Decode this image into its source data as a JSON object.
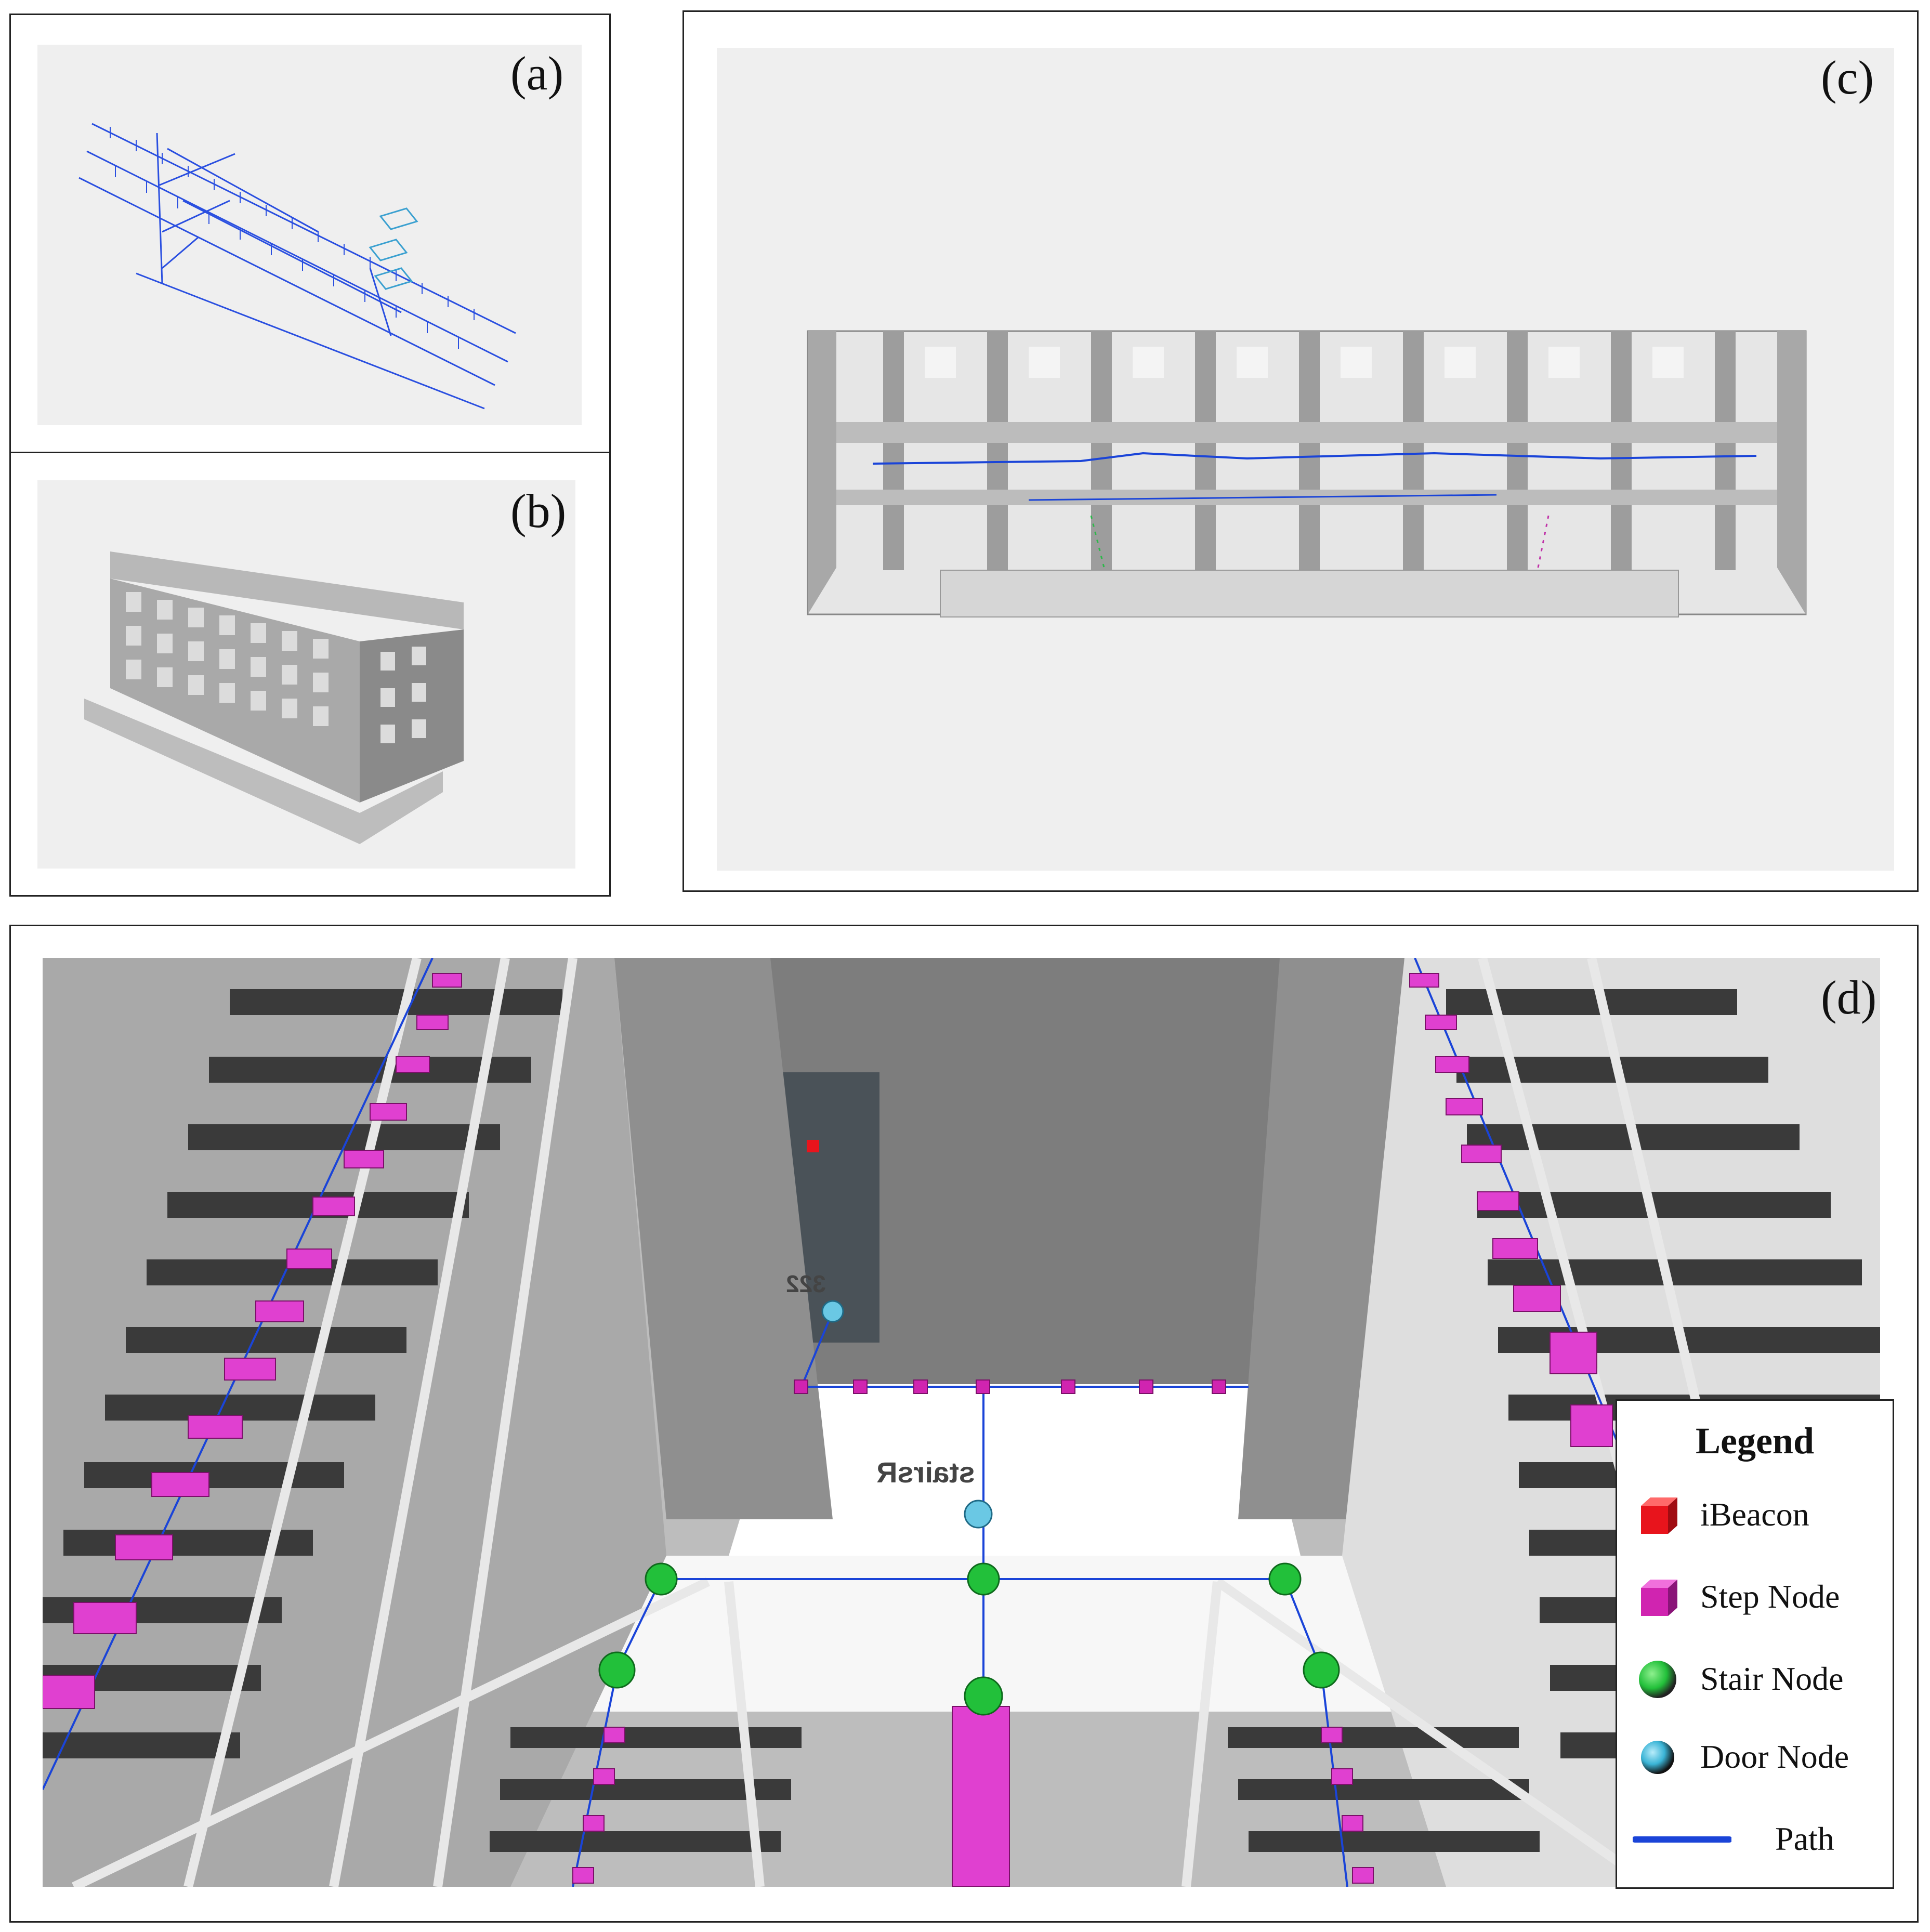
{
  "panels": {
    "a": {
      "label": "(a)"
    },
    "b": {
      "label": "(b)"
    },
    "c": {
      "label": "(c)"
    },
    "d": {
      "label": "(d)",
      "scene_sign": "stairsR",
      "room_number": "322"
    }
  },
  "legend": {
    "title": "Legend",
    "items": [
      {
        "label": "iBeacon",
        "icon": "red-cube-icon",
        "color": "#e8141c"
      },
      {
        "label": "Step Node",
        "icon": "magenta-cube-icon",
        "color": "#d024b0"
      },
      {
        "label": "Stair Node",
        "icon": "green-sphere-icon",
        "color": "#22c03a"
      },
      {
        "label": "Door Node",
        "icon": "cyan-sphere-icon",
        "color": "#3ab4d6"
      },
      {
        "label": "Path",
        "icon": "blue-line-icon",
        "color": "#1a44d8"
      }
    ]
  },
  "colors": {
    "path": "#1a44d8",
    "wall": "#9a9a9a",
    "panel_bg": "#efefef"
  }
}
